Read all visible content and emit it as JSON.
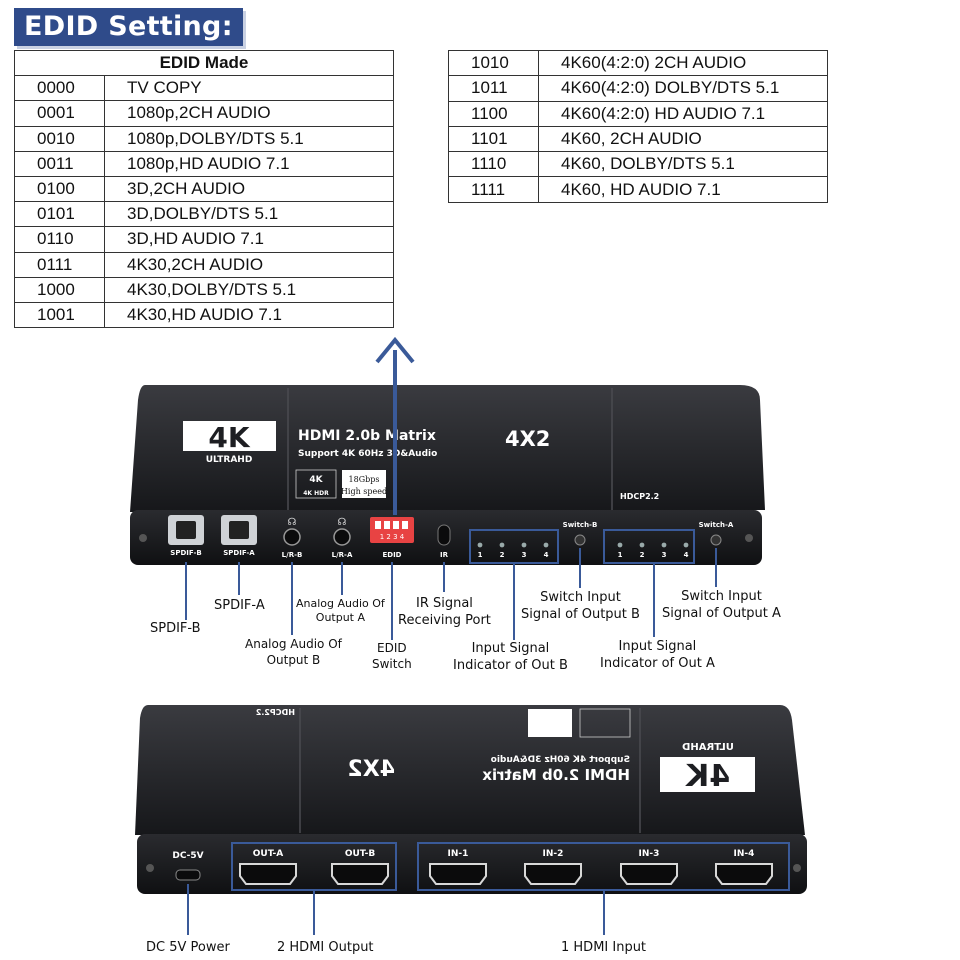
{
  "header": {
    "title": "EDID Setting:"
  },
  "table": {
    "title": "EDID Made",
    "left_rows": [
      {
        "code": "0000",
        "mode": "TV COPY"
      },
      {
        "code": "0001",
        "mode": "1080p,2CH AUDIO"
      },
      {
        "code": "0010",
        "mode": "1080p,DOLBY/DTS 5.1"
      },
      {
        "code": "0011",
        "mode": "1080p,HD AUDIO 7.1"
      },
      {
        "code": "0100",
        "mode": "3D,2CH AUDIO"
      },
      {
        "code": "0101",
        "mode": "3D,DOLBY/DTS 5.1"
      },
      {
        "code": "0110",
        "mode": "3D,HD AUDIO 7.1"
      },
      {
        "code": "0111",
        "mode": "4K30,2CH AUDIO"
      },
      {
        "code": "1000",
        "mode": "4K30,DOLBY/DTS 5.1"
      },
      {
        "code": "1001",
        "mode": "4K30,HD AUDIO 7.1"
      }
    ],
    "right_rows": [
      {
        "code": "1010",
        "mode": "4K60(4:2:0) 2CH AUDIO"
      },
      {
        "code": "1011",
        "mode": "4K60(4:2:0) DOLBY/DTS 5.1"
      },
      {
        "code": "1100",
        "mode": "4K60(4:2:0) HD AUDIO 7.1"
      },
      {
        "code": "1101",
        "mode": "4K60, 2CH AUDIO"
      },
      {
        "code": "1110",
        "mode": "4K60, DOLBY/DTS 5.1"
      },
      {
        "code": "1111",
        "mode": "4K60, HD AUDIO  7.1"
      }
    ]
  },
  "front_panel": {
    "brand": "4K",
    "brand_sub": "ULTRAHD",
    "product": "HDMI 2.0b Matrix",
    "product_size": "4X2",
    "product_sub": "Support 4K 60Hz 3D&Audio",
    "badge_4k": "4K",
    "badge_hdr": "4K HDR",
    "badge_speed_1": "18Gbps",
    "badge_speed_2": "High speed",
    "hdcp": "HDCP2.2",
    "ports": {
      "spdif_b": "SPDIF-B",
      "spdif_a": "SPDIF-A",
      "lr_b": "L/R-B",
      "lr_a": "L/R-A",
      "edid": "EDID",
      "ir": "IR",
      "switch_b": "Switch-B",
      "switch_a": "Switch-A",
      "led_nums": [
        "1",
        "2",
        "3",
        "4"
      ]
    }
  },
  "callouts": {
    "spdif_b": "SPDIF-B",
    "spdif_a": "SPDIF-A",
    "analog_a_1": "Analog Audio Of",
    "analog_a_2": "Output A",
    "analog_b_1": "Analog Audio Of",
    "analog_b_2": "Output B",
    "edid_1": "EDID",
    "edid_2": "Switch",
    "ir_1": "IR Signal",
    "ir_2": "Receiving Port",
    "sw_b_1": "Switch Input",
    "sw_b_2": "Signal of Output B",
    "sw_a_1": "Switch Input",
    "sw_a_2": "Signal of Output A",
    "ind_b_1": "Input Signal",
    "ind_b_2": "Indicator of Out B",
    "ind_a_1": "Input Signal",
    "ind_a_2": "Indicator of Out A",
    "dc_power": "DC 5V Power",
    "hdmi_output": "2 HDMI Output",
    "hdmi_input": "1 HDMI Input"
  },
  "rear_panel": {
    "dc": "DC-5V",
    "out_a": "OUT-A",
    "out_b": "OUT-B",
    "in_1": "IN-1",
    "in_2": "IN-2",
    "in_3": "IN-3",
    "in_4": "IN-4",
    "hdcp": "HDCP2.2"
  },
  "colors": {
    "header_bg": "#2f4b8a",
    "arrow": "#3a5a99",
    "highlight": "#3a5a99",
    "device": "#1d1e22",
    "dip_switch": "#e84343"
  }
}
